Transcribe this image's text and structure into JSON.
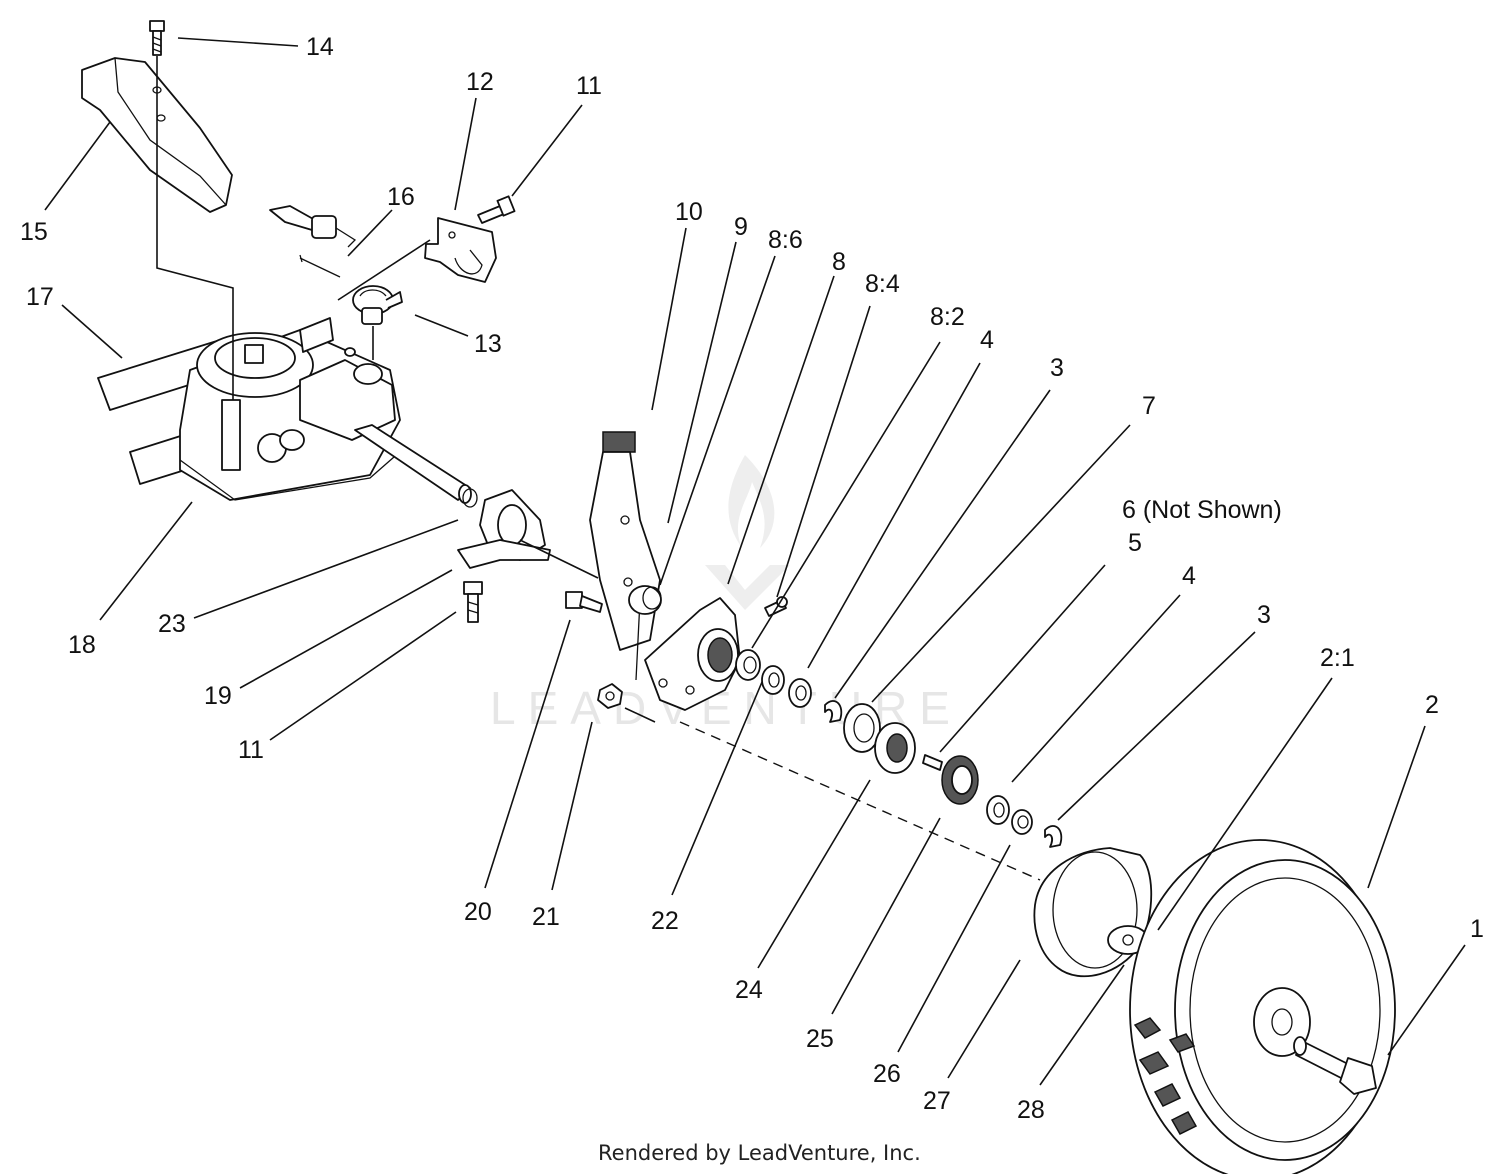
{
  "callouts": {
    "c14": "14",
    "c12": "12",
    "c11_top": "11",
    "c15": "15",
    "c16": "16",
    "c17": "17",
    "c13": "13",
    "c18": "18",
    "c23": "23",
    "c19": "19",
    "c11_bottom": "11",
    "c10": "10",
    "c9": "9",
    "c8_6": "8:6",
    "c8": "8",
    "c8_4": "8:4",
    "c8_2": "8:2",
    "c4_upper": "4",
    "c3_upper": "3",
    "c7": "7",
    "c6_not_shown": "6 (Not Shown)",
    "c5": "5",
    "c4_lower": "4",
    "c3_lower": "3",
    "c2_1": "2:1",
    "c2": "2",
    "c1": "1",
    "c20": "20",
    "c21": "21",
    "c22": "22",
    "c24": "24",
    "c25": "25",
    "c26": "26",
    "c27": "27",
    "c28": "28"
  },
  "footer": "Rendered by LeadVenture, Inc.",
  "watermark": "LEADVENTURE"
}
